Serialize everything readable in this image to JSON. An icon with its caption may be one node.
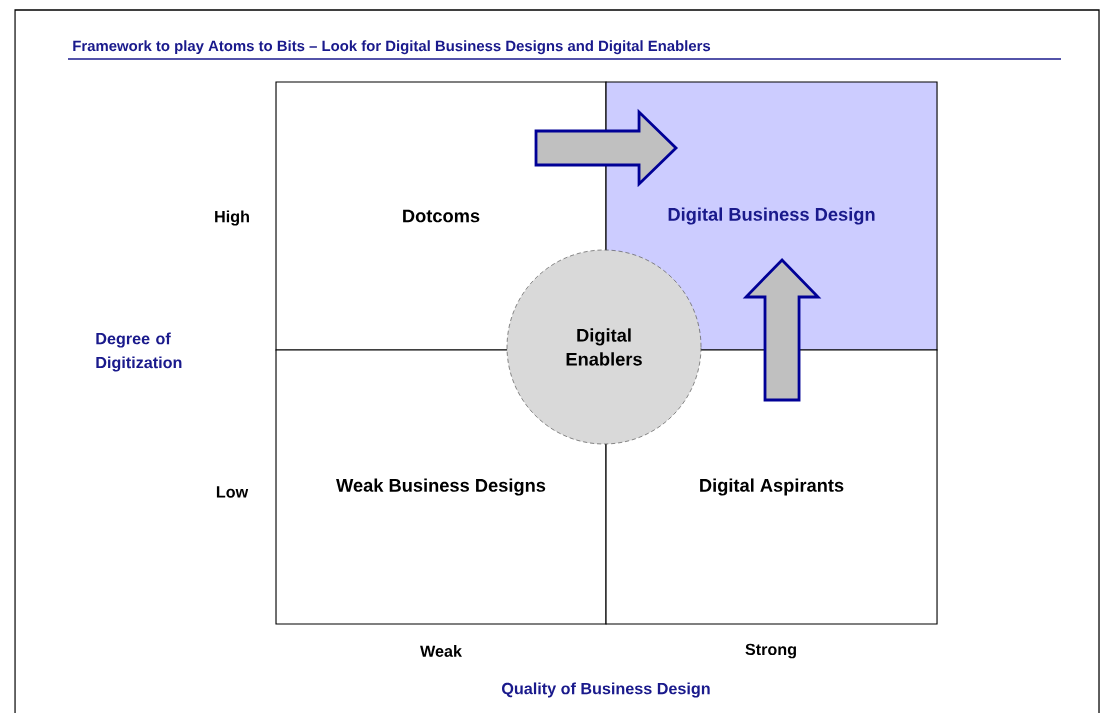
{
  "diagram": {
    "title": "Framework to play Atoms to Bits – Look for Digital Business Designs and Digital Enablers",
    "nodes": [
      {
        "text": [
          "Dotcoms"
        ]
      },
      {
        "text": [
          "Digital Business Design"
        ]
      },
      {
        "text": [
          "Weak Business Designs"
        ]
      },
      {
        "text": [
          "Digital Aspirants"
        ]
      },
      {
        "text": [
          "Digital Enablers"
        ]
      }
    ],
    "edges": [
      {
        "from": 0,
        "to": 1,
        "arrow": "to"
      },
      {
        "from": 3,
        "to": 1,
        "arrow": "to"
      }
    ],
    "labels": [
      "High",
      "Degree of Digitization",
      "Low",
      "Weak",
      "Strong",
      "Quality of Business Design"
    ]
  }
}
